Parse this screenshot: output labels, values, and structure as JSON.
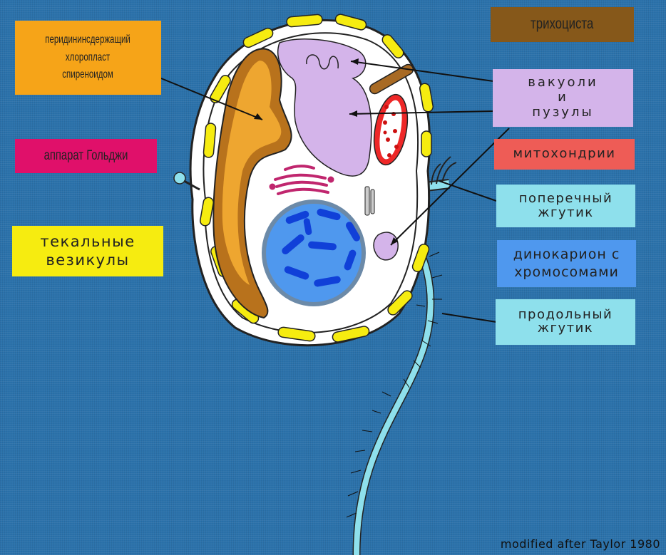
{
  "labels": {
    "chloroplast": "перидининсдержащий\nхлоропласт\nспиреноидом",
    "golgi": "аппарат Гольджи",
    "thecal_vesicles": "текальные\nвезикулы",
    "trichocyst": "трихоциста",
    "vacuoles": "вакуоли\nи\nпузулы",
    "mitochondria": "митохондрии",
    "transverse_flagellum": "поперечный\nжгутик",
    "dinokaryon": "динокарион с\nхромосомами",
    "longitudinal_flagellum": "продольный\nжгутик"
  },
  "credit": "modified after Taylor 1980",
  "colors": {
    "background": "#2b72ab",
    "chloroplast": "#f6a418",
    "golgi": "#e0106a",
    "thecal_vesicles": "#f6ec10",
    "trichocyst": "#86581a",
    "vacuoles": "#d4b4ea",
    "mitochondria": "#ee5c56",
    "flagellum": "#8ee0ec",
    "dinokaryon": "#4f98ee",
    "chromosomes": "#1040d8"
  }
}
